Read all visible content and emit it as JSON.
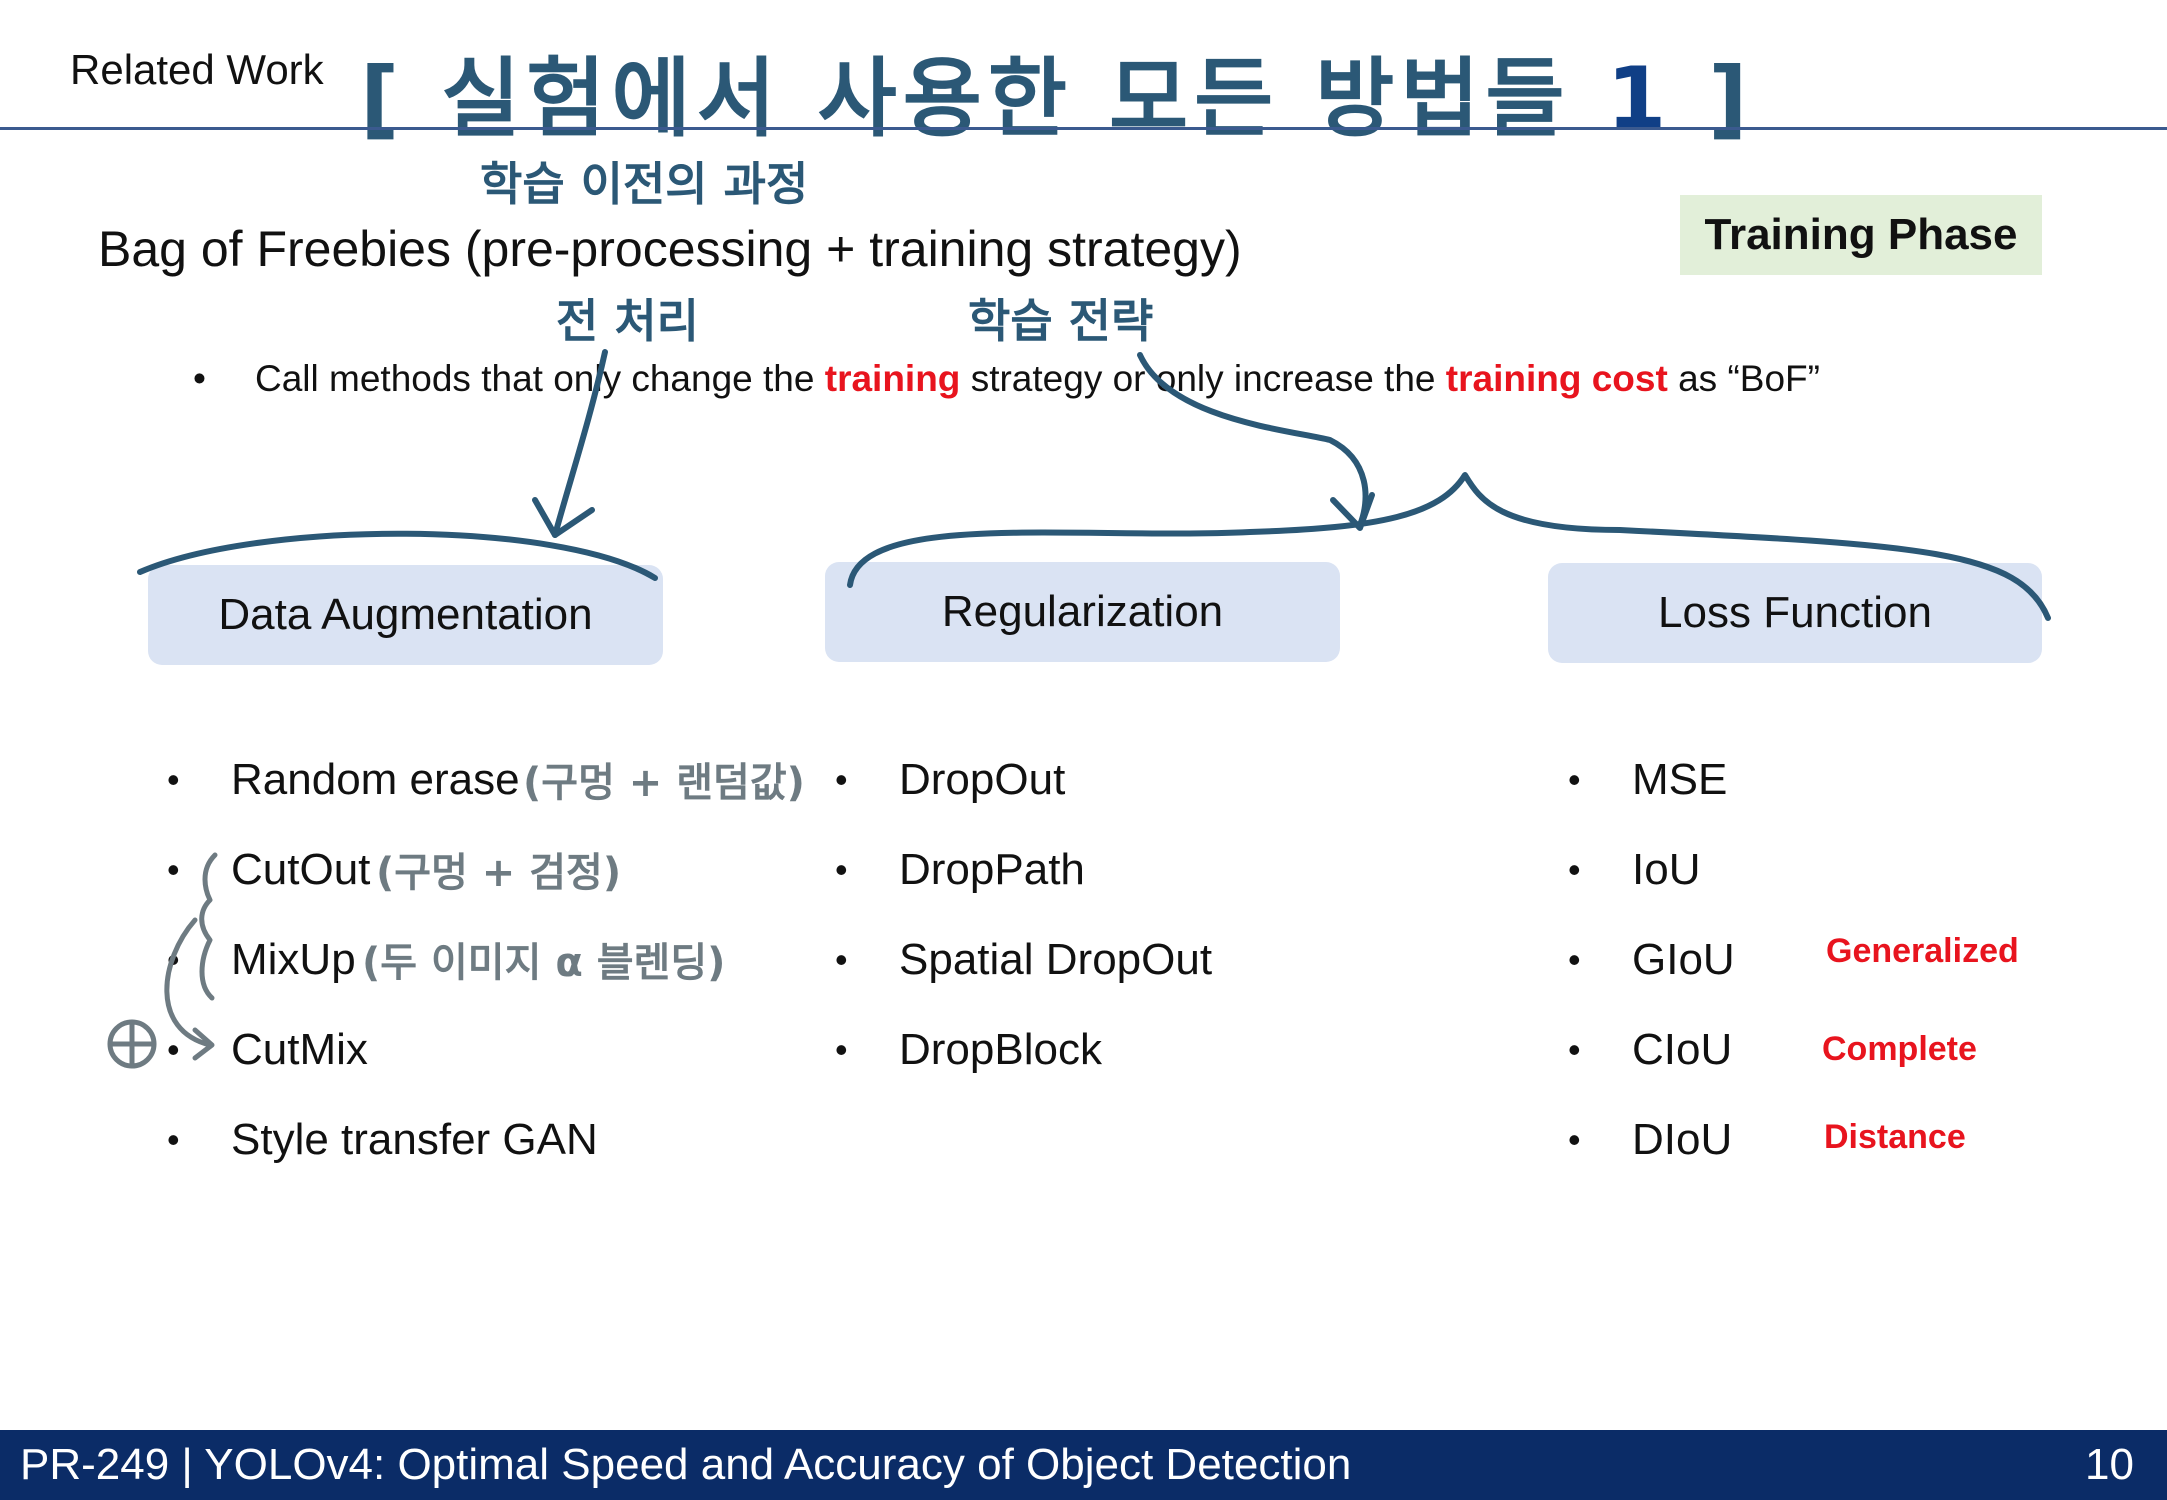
{
  "header": {
    "section_label": "Related Work",
    "handwritten_title": "[ 실험에서 사용한 모든 방법들 ",
    "handwritten_title_num": "1",
    "handwritten_title_end": " ]"
  },
  "subtitle": {
    "text": "Bag of Freebies (pre-processing + training strategy)",
    "note_above": "학습 이전의 과정",
    "note_preprocessing": "전 처리",
    "note_strategy": "학습 전략"
  },
  "phase_badge": "Training Phase",
  "bullet": {
    "part1": "Call methods that only change the ",
    "red1": "training",
    "part2": " strategy or only increase the ",
    "red2": "training cost",
    "part3": " as “BoF”"
  },
  "categories": {
    "data_augmentation": {
      "label": "Data Augmentation",
      "items": [
        "Random erase",
        "CutOut",
        "MixUp",
        "CutMix",
        "Style transfer GAN"
      ],
      "notes": [
        "(구멍 + 랜덤값)",
        "(구멍 + 검정)",
        "(두 이미지 α 블렌딩)"
      ]
    },
    "regularization": {
      "label": "Regularization",
      "items": [
        "DropOut",
        "DropPath",
        "Spatial DropOut",
        "DropBlock"
      ]
    },
    "loss_function": {
      "label": "Loss Function",
      "items": [
        "MSE",
        "IoU",
        "GIoU",
        "CIoU",
        "DIoU"
      ],
      "expansions": [
        "Generalized",
        "Complete",
        "Distance"
      ]
    }
  },
  "footer": {
    "title": "PR-249 | YOLOv4: Optimal Speed and Accuracy of Object Detection",
    "page": "10"
  },
  "colors": {
    "accent_red": "#e8141e",
    "box_blue": "#dae3f3",
    "badge_green": "#e2efd9",
    "footer_navy": "#0b2c67",
    "ink": "#2b5876"
  }
}
